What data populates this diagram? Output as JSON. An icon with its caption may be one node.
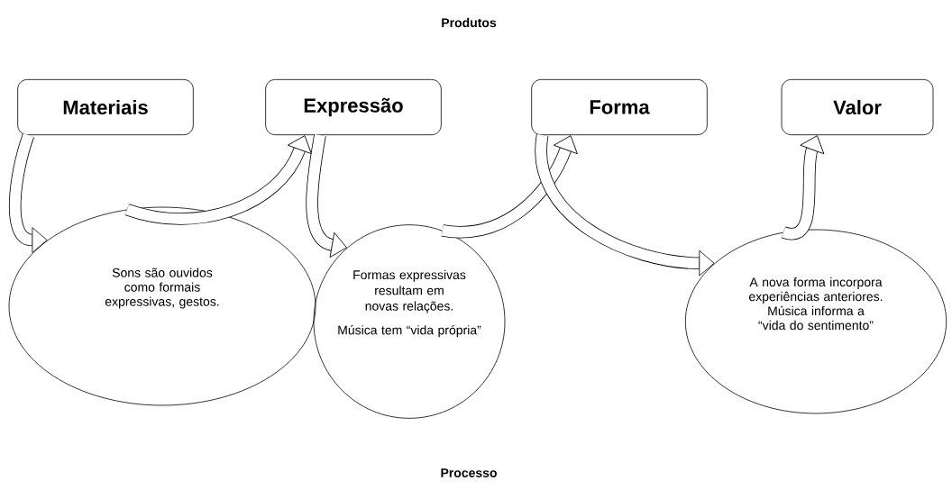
{
  "diagram": {
    "nodes": [
      {
        "text": [
          "Materiais"
        ]
      },
      {
        "text": [
          "Expressão"
        ]
      },
      {
        "text": [
          "Forma"
        ]
      },
      {
        "text": [
          "Valor"
        ]
      },
      {
        "text": [
          "Sons são ouvidos como formais expressivas, gestos."
        ]
      },
      {
        "text": [
          "Formas expressivas resultam em novas relações.",
          "Música tem “vida própria”"
        ]
      },
      {
        "text": [
          "A nova forma incorpora experiências anteriores. Música informa a “vida do sentimento”"
        ]
      }
    ],
    "edges": [
      {
        "from": 0,
        "to": 4,
        "arrow": "to"
      },
      {
        "from": 4,
        "to": 1,
        "arrow": "to"
      },
      {
        "from": 1,
        "to": 5,
        "arrow": "to"
      },
      {
        "from": 5,
        "to": 2,
        "arrow": "to"
      },
      {
        "from": 2,
        "to": 6,
        "arrow": "to"
      },
      {
        "from": 6,
        "to": 3,
        "arrow": "to"
      }
    ],
    "labels": [
      "Produtos",
      "Processo"
    ]
  }
}
